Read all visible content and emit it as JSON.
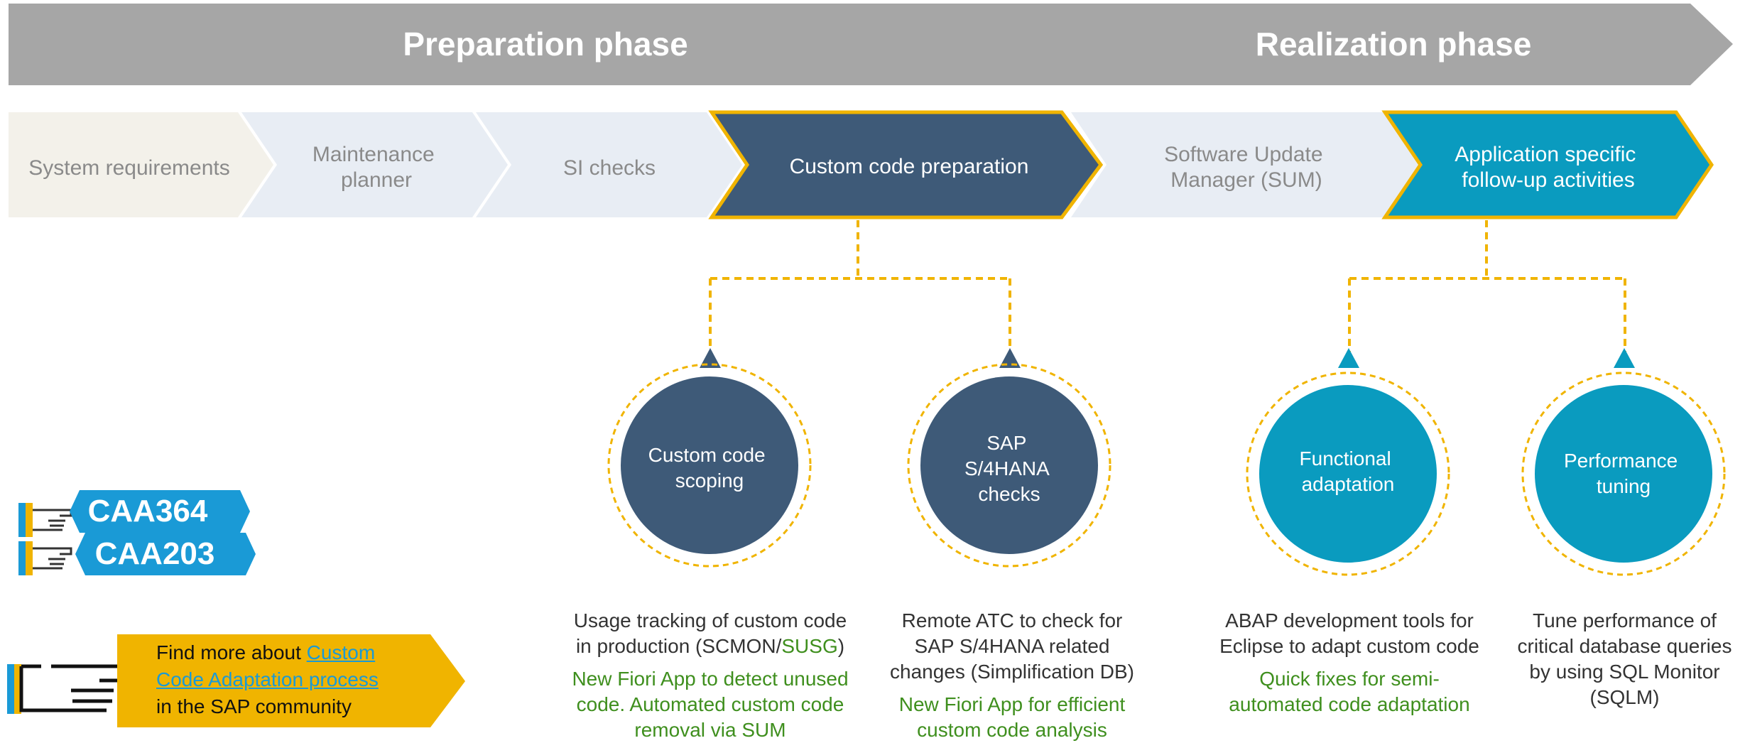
{
  "phases": {
    "preparation": "Preparation phase",
    "realization": "Realization phase"
  },
  "steps": [
    "System requirements",
    [
      "Maintenance",
      "planner"
    ],
    "SI checks",
    "Custom code preparation",
    [
      "Software Update",
      "Manager (SUM)"
    ],
    [
      "Application specific",
      "follow-up activities"
    ]
  ],
  "circles": [
    [
      "Custom code",
      "scoping"
    ],
    [
      "SAP",
      "S/4HANA",
      "checks"
    ],
    [
      "Functional",
      "adaptation"
    ],
    [
      "Performance",
      "tuning"
    ]
  ],
  "descriptions": [
    {
      "line1": "Usage tracking of custom code",
      "line2_a": "in production (SCMON/",
      "line2_b": "SUSG",
      "line2_c": ")",
      "green": "New Fiori App to detect unused code. Automated custom code removal via SUM"
    },
    {
      "text": "Remote ATC to check for SAP S/4HANA related changes (Simplification DB)",
      "green": "New Fiori App for efficient custom code analysis"
    },
    {
      "text": "ABAP development tools for Eclipse to adapt custom code",
      "green": "Quick fixes for semi-automated code adaptation"
    },
    {
      "text": "Tune performance of critical database queries by using SQL Monitor (SQLM)"
    }
  ],
  "sessions": [
    "CAA364",
    "CAA203"
  ],
  "community": {
    "prefix": "Find more about ",
    "link": "Custom Code Adaptation process",
    "suffix": "in the SAP community"
  },
  "colors": {
    "banner": "#a6a6a6",
    "dark": "#3e5a78",
    "teal": "#0a9bbf",
    "light": "#e8edf4",
    "beige": "#f3f1ea",
    "gold": "#f0b400",
    "link": "#1a9ad6",
    "green": "#3f8f1e"
  }
}
